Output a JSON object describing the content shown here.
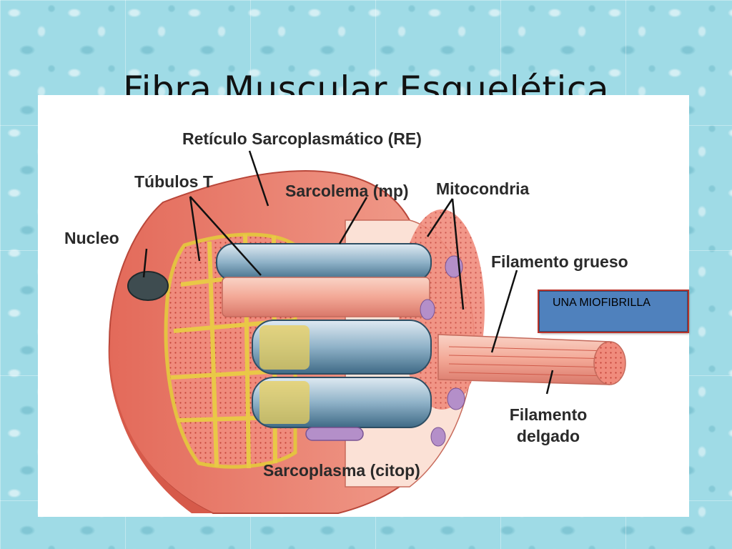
{
  "slide": {
    "title": "Fibra Muscular Esquelética"
  },
  "diagram": {
    "labels": {
      "reticulo": "Retículo Sarcoplasmático (RE)",
      "tubulos": "Túbulos T",
      "sarcolema": "Sarcolema (mp)",
      "mitocondria": "Mitocondria",
      "nucleo": "Nucleo",
      "filamento_grueso": "Filamento grueso",
      "filamento_delgado": "Filamento delgado",
      "sarcoplasma": "Sarcoplasma (citop)"
    },
    "callout": {
      "text": "UNA MIOFIBRILLA"
    }
  }
}
